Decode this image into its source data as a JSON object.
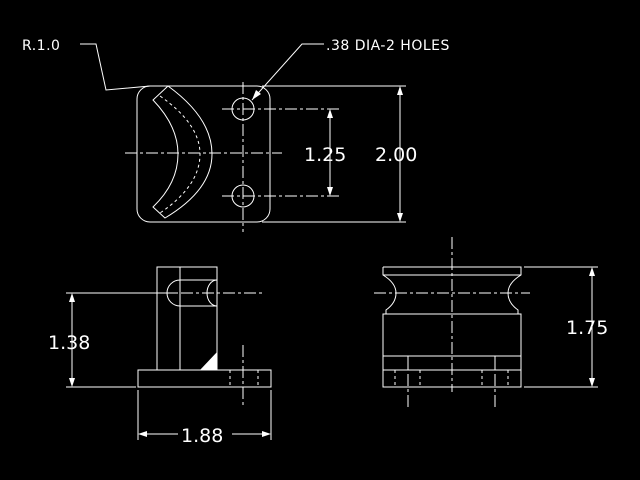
{
  "drawing": {
    "background_color": "#000000",
    "line_color": "#ffffff",
    "views": {
      "top": {
        "radius_callout": "R.1.0",
        "hole_callout": ".38 DIA-2 HOLES",
        "hole_spacing": "1.25",
        "overall_height": "2.00"
      },
      "side": {
        "height": "1.38",
        "base_width": "1.88"
      },
      "front": {
        "height": "1.75"
      }
    }
  }
}
